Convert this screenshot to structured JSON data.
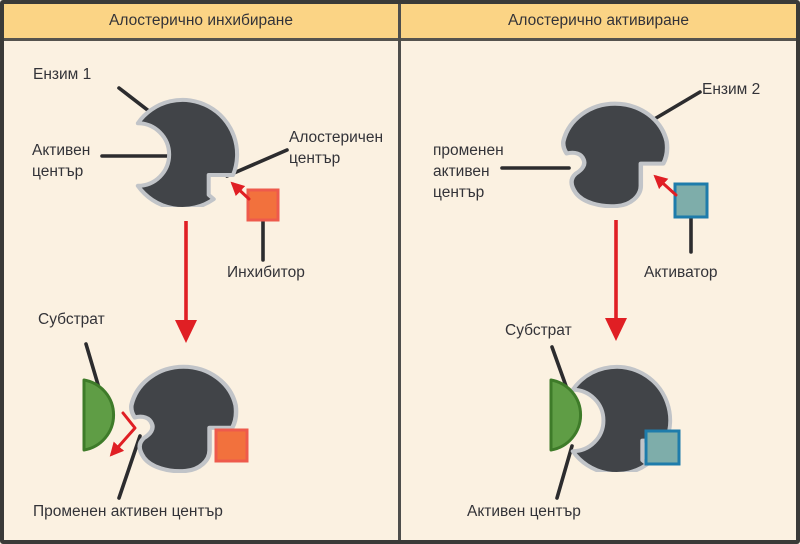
{
  "colors": {
    "panel_bg": "#fbf1e1",
    "header_bg": "#fbd485",
    "header_underline": "#55534e",
    "frame": "#3a3a38",
    "divider": "#4e4e4c",
    "text": "#333338",
    "enzyme_fill": "#414448",
    "enzyme_stroke": "#c1c4c8",
    "substrate_fill": "#5f9d45",
    "substrate_stroke": "#3e7b29",
    "inhibitor_fill": "#f2713d",
    "inhibitor_stroke": "#ee5a4c",
    "activator_fill": "#7eadaa",
    "activator_stroke": "#1e7cab",
    "arrow_red": "#e01f24",
    "connector": "#2c2c2e"
  },
  "header": {
    "left_title": "Алостерично инхибиране",
    "right_title": "Алостерично активиране"
  },
  "left_panel": {
    "enzyme_label": "Ензим 1",
    "active_center_label": "Активен център",
    "allosteric_center_label": "Алостеричен център",
    "inhibitor_label": "Инхибитор",
    "substrate_label": "Субстрат",
    "changed_active_center_label": "Променен активен център"
  },
  "right_panel": {
    "enzyme_label": "Ензим 2",
    "changed_active_center_label": "променен активен център",
    "activator_label": "Активатор",
    "substrate_label": "Субстрат",
    "active_center_label": "Активен център"
  }
}
